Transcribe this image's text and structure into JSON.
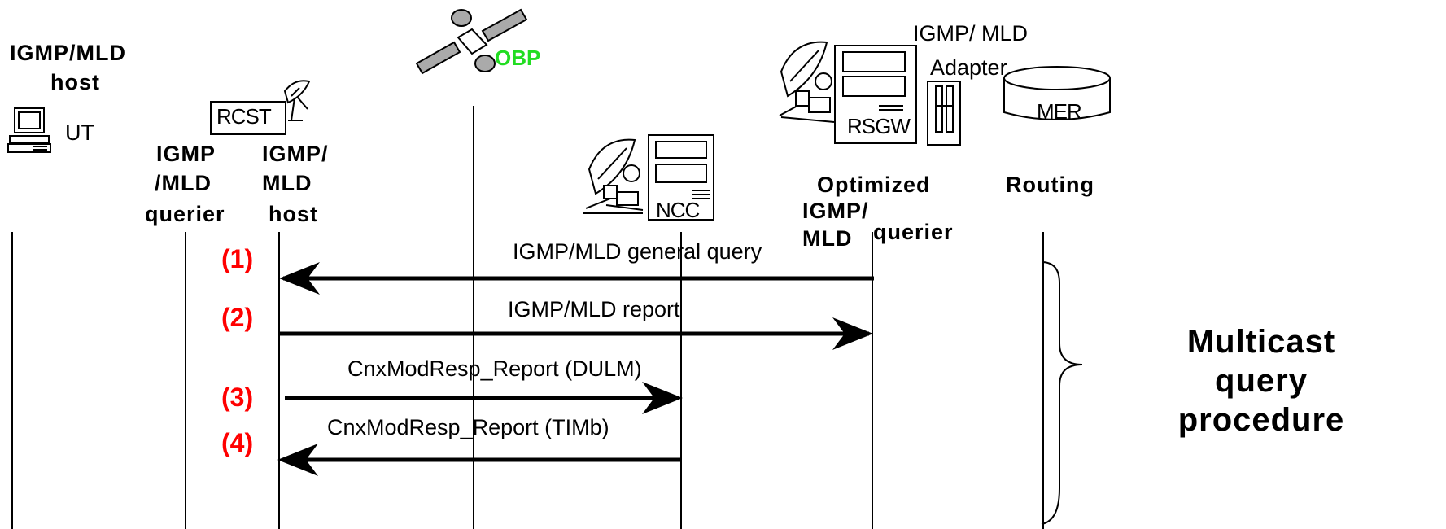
{
  "colors": {
    "step": "#ff0000",
    "obp": "#22dd22",
    "line": "#000000"
  },
  "entities": {
    "igmp_mld_host": "IGMP/MLD",
    "igmp_mld_host_2": "host",
    "ut": "UT",
    "rcst": "RCST",
    "rcst_querier_1": "IGMP",
    "rcst_querier_2": "/MLD",
    "rcst_querier_3": "querier",
    "rcst_host_1": "IGMP/",
    "rcst_host_2": "MLD",
    "rcst_host_3": "host",
    "obp": "OBP",
    "ncc": "NCC",
    "adapter_1": "IGMP/ MLD",
    "adapter_2": "Adapter",
    "rsgw": "RSGW",
    "optimized_1": "Optimized",
    "optimized_2": "IGMP/",
    "optimized_3": "MLD",
    "optimized_4": "querier",
    "mer": "MER",
    "routing": "Routing"
  },
  "icons": [
    "computer-icon",
    "satellite-icon",
    "dish-antenna-icon",
    "server-icon",
    "router-icon"
  ],
  "messages": [
    {
      "step": "(1)",
      "label": "IGMP/MLD general query"
    },
    {
      "step": "(2)",
      "label": "IGMP/MLD report"
    },
    {
      "step": "(3)",
      "label": "CnxModResp_Report (DULM)"
    },
    {
      "step": "(4)",
      "label": "CnxModResp_Report (TIMb)"
    }
  ],
  "procedure": {
    "line1": "Multicast",
    "line2": "query",
    "line3": "procedure"
  }
}
